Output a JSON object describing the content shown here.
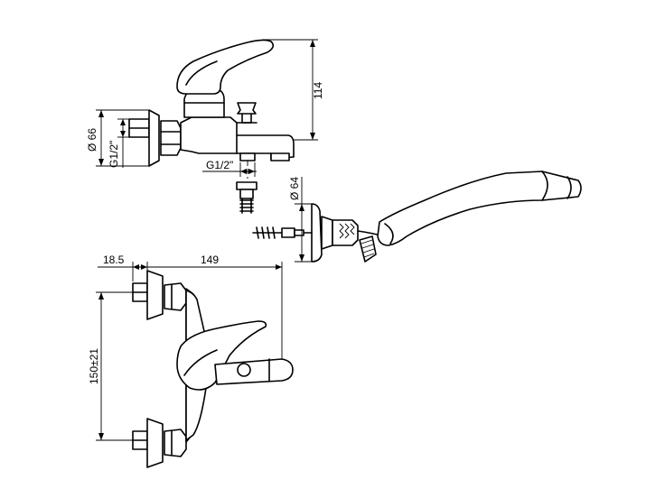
{
  "dimensions": {
    "height_total": "114",
    "body_diameter": "Ø 66",
    "inlet_thread": "G1/2\"",
    "outlet_thread": "G1/2\"",
    "holder_diameter": "Ø 64",
    "eccentric_offset": "18.5",
    "overall_width": "149",
    "center_distance": "150±21"
  },
  "colors": {
    "line": "#000000",
    "background": "#ffffff"
  }
}
